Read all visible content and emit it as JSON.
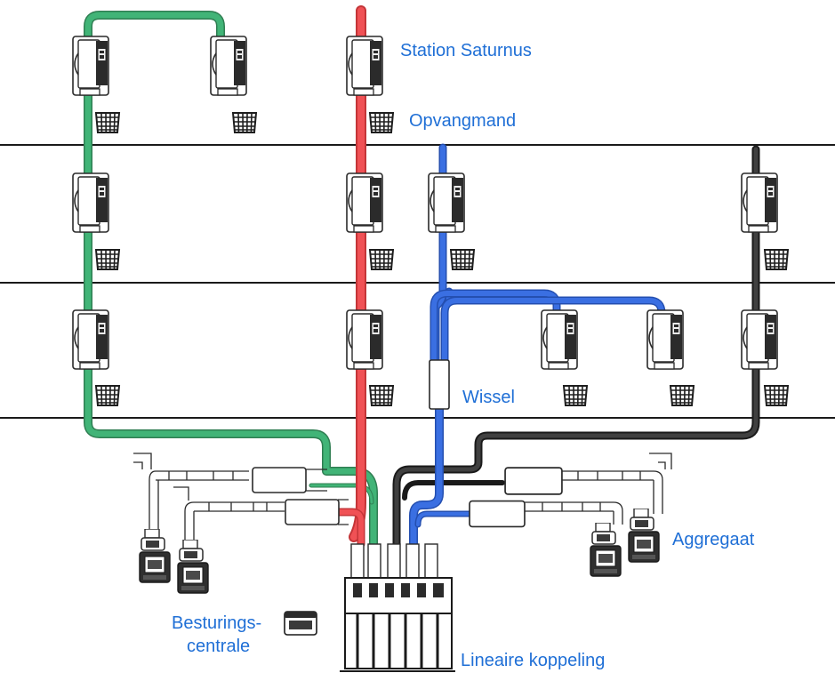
{
  "colors": {
    "label": "#1f6fd6",
    "line_green": "#39a86b",
    "line_red": "#ec4a4d",
    "line_blue": "#2f63d6",
    "line_black": "#2b2b2b",
    "outline": "#2a2a2a"
  },
  "labels": {
    "station": "Station Saturnus",
    "basket": "Opvangmand",
    "switch": "Wissel",
    "unit": "Aggregaat",
    "control_line1": "Besturings-",
    "control_line2": "centrale",
    "coupling": "Lineaire koppeling"
  }
}
